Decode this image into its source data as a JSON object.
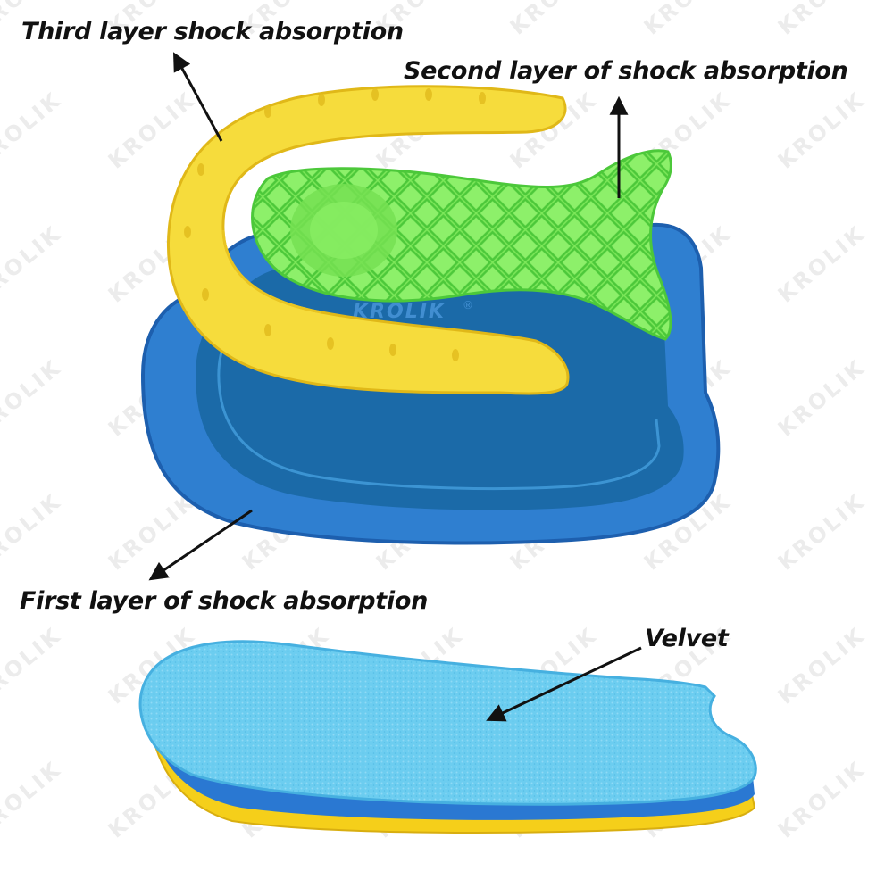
{
  "labels": {
    "third": "Third layer shock absorption",
    "second": "Second layer of shock absorption",
    "first": "First layer of shock absorption",
    "velvet": "Velvet"
  },
  "brand": {
    "watermark": "KROLIK",
    "embossed": "KROLIK",
    "registered": "®"
  },
  "colors": {
    "blue_gel": "#2f7fd0",
    "blue_gel_dark": "#1d5fae",
    "blue_gel_inner": "#1b6aa8",
    "yellow_layer": "#f6dc3c",
    "yellow_shade": "#e0b818",
    "green_layer": "#7ee85a",
    "green_dark": "#4cc83a",
    "velvet": "#5ec6ec",
    "velvet_light": "#86d8f4",
    "arrow": "#111111"
  }
}
